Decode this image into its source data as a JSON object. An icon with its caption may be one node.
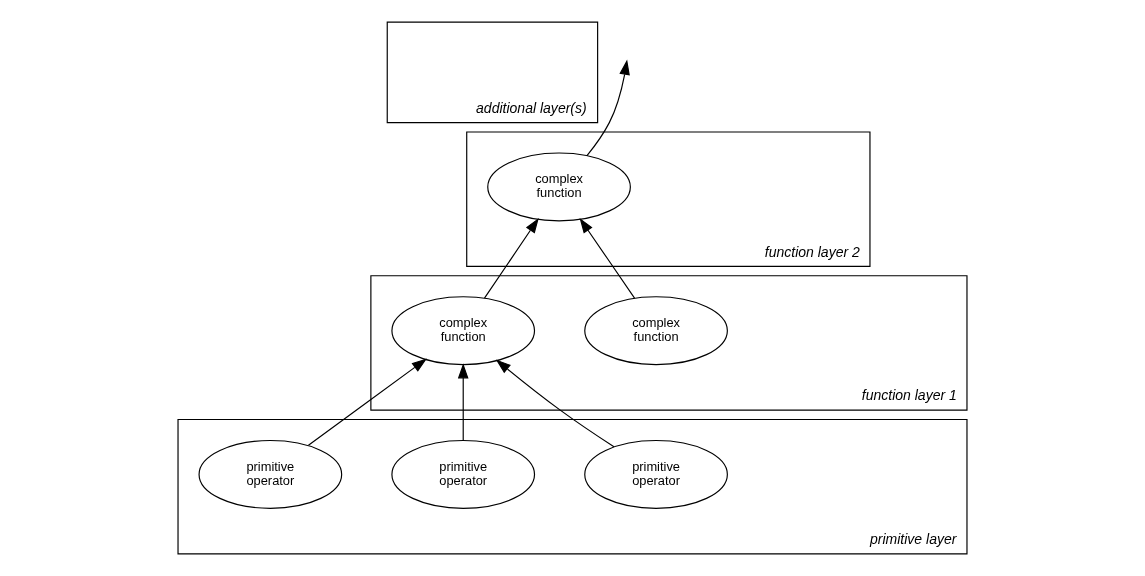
{
  "diagram": {
    "nodes": [
      {
        "text": [
          "additional layer(s)"
        ]
      },
      {
        "text": [
          "function layer 2"
        ]
      },
      {
        "text": [
          "complex function"
        ],
        "in": 1
      },
      {
        "text": [
          "function layer 1"
        ]
      },
      {
        "text": [
          "complex function"
        ],
        "in": 3
      },
      {
        "text": [
          "complex function"
        ],
        "in": 3
      },
      {
        "text": [
          "primitive layer"
        ]
      },
      {
        "text": [
          "primitive operator"
        ],
        "in": 6
      },
      {
        "text": [
          "primitive operator"
        ],
        "in": 6
      },
      {
        "text": [
          "primitive operator"
        ],
        "in": 6
      }
    ],
    "edges": [
      {
        "from": 2,
        "to": null,
        "arrow": "to"
      },
      {
        "from": 4,
        "to": 2,
        "arrow": "to"
      },
      {
        "from": 5,
        "to": 2,
        "arrow": "to"
      },
      {
        "from": 7,
        "to": 4,
        "arrow": "to"
      },
      {
        "from": 8,
        "to": 4,
        "arrow": "to"
      },
      {
        "from": 9,
        "to": 4,
        "arrow": "to"
      }
    ]
  }
}
